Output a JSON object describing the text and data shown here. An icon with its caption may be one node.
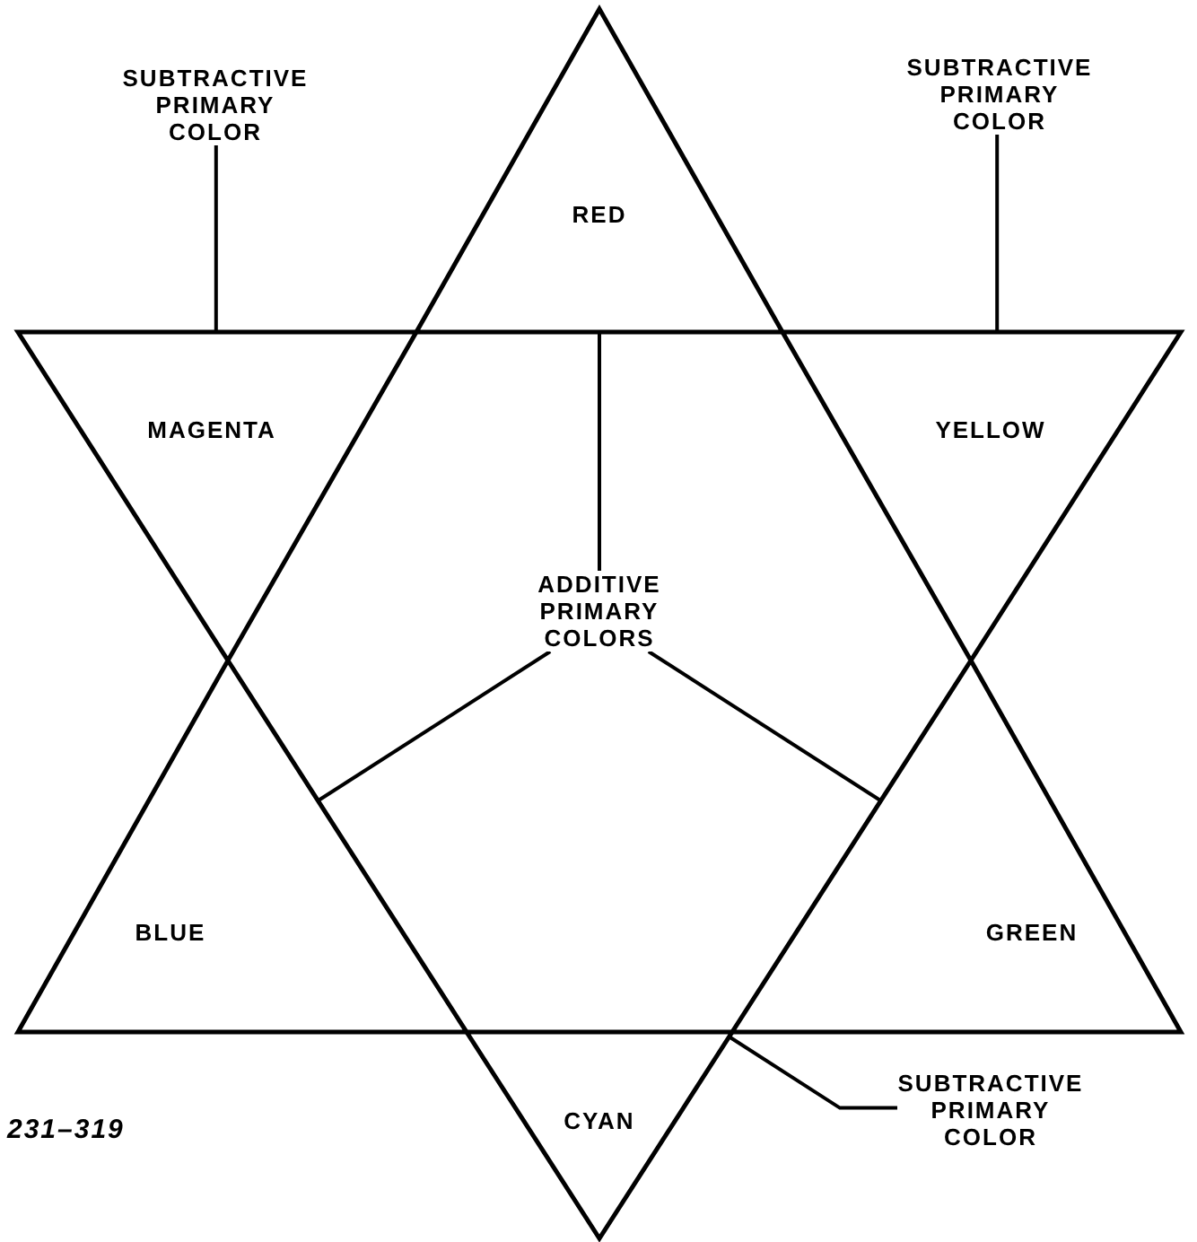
{
  "diagram": {
    "nodes": [
      {
        "text": [
          "RED"
        ]
      },
      {
        "text": [
          "MAGENTA"
        ]
      },
      {
        "text": [
          "YELLOW"
        ]
      },
      {
        "text": [
          "BLUE"
        ]
      },
      {
        "text": [
          "GREEN"
        ]
      },
      {
        "text": [
          "CYAN"
        ]
      },
      {
        "text": [
          "SUBTRACTIVE PRIMARY COLOR"
        ]
      },
      {
        "text": [
          "SUBTRACTIVE PRIMARY COLOR"
        ]
      },
      {
        "text": [
          "ADDITIVE PRIMARY COLORS"
        ]
      },
      {
        "text": [
          "SUBTRACTIVE PRIMARY COLOR"
        ]
      }
    ],
    "edges": [
      {
        "from": 6,
        "to": 1,
        "arrow": "none"
      },
      {
        "from": 7,
        "to": 2,
        "arrow": "none"
      },
      {
        "from": 8,
        "to": 0,
        "arrow": "none"
      },
      {
        "from": 8,
        "to": 3,
        "arrow": "none"
      },
      {
        "from": 8,
        "to": 4,
        "arrow": "none"
      },
      {
        "from": 9,
        "to": 5,
        "arrow": "none"
      }
    ],
    "labels": [
      "231–319"
    ]
  }
}
